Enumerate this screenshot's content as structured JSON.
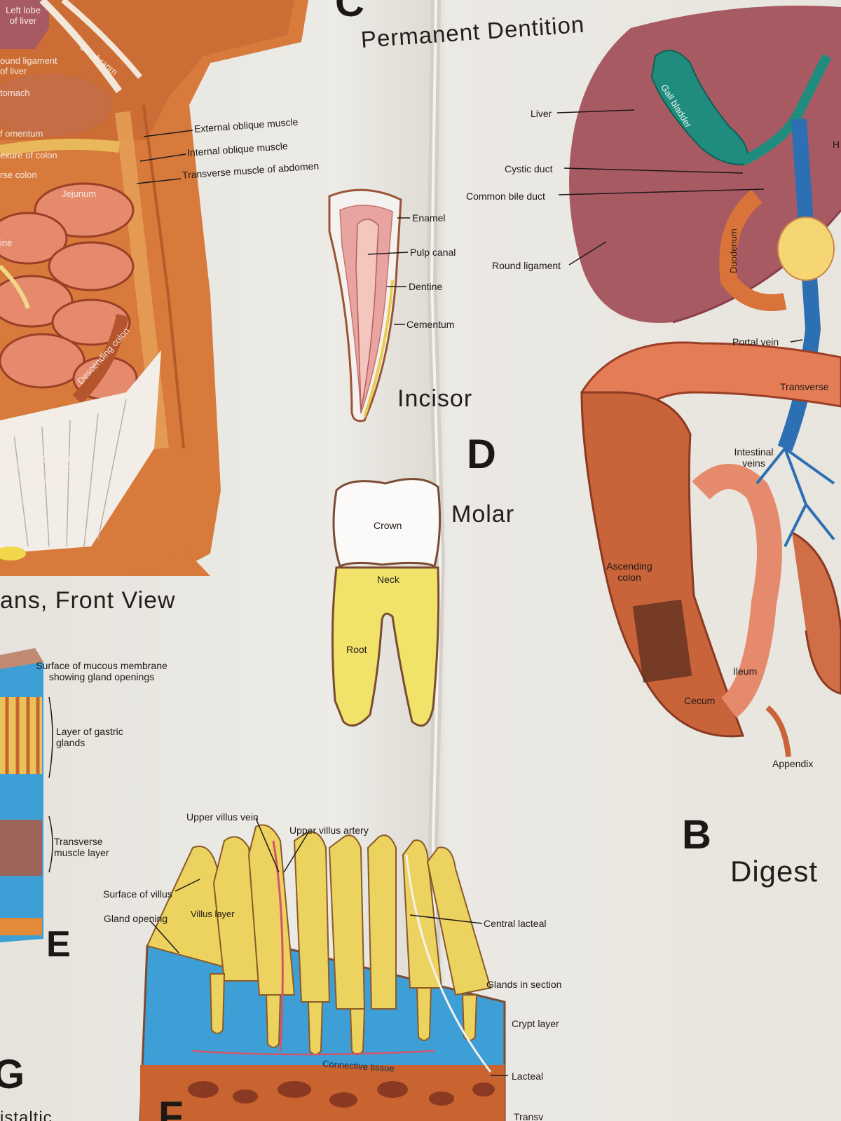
{
  "letters": {
    "c": "C",
    "d": "D",
    "b": "B",
    "e": "E",
    "g": "G",
    "f": "F"
  },
  "headings": {
    "permanent_dentition": "Permanent Dentition",
    "incisor": "Incisor",
    "molar": "Molar",
    "front_view": "ans, Front View",
    "digest": "Digest",
    "peristaltic": "istaltic"
  },
  "torso": {
    "left_lobe": "Left lobe of liver",
    "round_ligament_liver": "ound ligament of liver",
    "stomach": "tomach",
    "omentum": "f omentum",
    "flexure": "exure of colon",
    "transverse_colon": "rse colon",
    "diaphragm": "Diaphragm",
    "jejunum": "Jejunum",
    "ine": "ine",
    "descending_colon": "Descending colon",
    "urinary_bladder": "rinary adder",
    "median_fold": "lian bilical ld",
    "lateral_fold": "Lateral umbilical fold",
    "external_oblique": "External oblique muscle",
    "internal_oblique": "Internal oblique muscle",
    "transverse_muscle": "Transverse muscle of abdomen"
  },
  "incisor_labels": {
    "enamel": "Enamel",
    "pulp": "Pulp canal",
    "dentine": "Dentine",
    "cementum": "Cementum"
  },
  "molar_labels": {
    "crown": "Crown",
    "neck": "Neck",
    "root": "Root"
  },
  "digestive": {
    "liver": "Liver",
    "gall_bladder": "Gall bladder",
    "cystic_duct": "Cystic duct",
    "common_bile_duct": "Common bile duct",
    "round_ligament": "Round ligament",
    "duodenum": "Duodenum",
    "portal_vein": "Portal vein",
    "transverse": "Transverse",
    "intestinal_veins": "Intestinal veins",
    "ascending_colon": "Ascending colon",
    "ileum": "Ileum",
    "cecum": "Cecum",
    "appendix": "Appendix",
    "h": "H"
  },
  "stomach_section": {
    "surface_mucous": "Surface of mucous membrane showing gland openings",
    "gastric_glands": "Layer of gastric glands",
    "transverse_muscle_layer": "Transverse muscle layer"
  },
  "villi": {
    "upper_vein": "Upper villus vein",
    "upper_artery": "Upper villus artery",
    "surface_villus": "Surface of villus",
    "gland_opening": "Gland opening",
    "villus_layer": "Villus layer",
    "central_lacteal": "Central lacteal",
    "glands_section": "Glands in section",
    "crypt_layer": "Crypt layer",
    "connective_tissue": "Connective tissue",
    "lacteal": "Lacteal",
    "transv": "Transv"
  },
  "colors": {
    "flesh": "#c9682f",
    "muscle": "#d4833f",
    "intestine": "#e58a6c",
    "liver": "#a85a63",
    "gall": "#1f8c7e",
    "vein": "#2d6fb3",
    "yellow": "#ecd85c",
    "blue": "#3d9fd6",
    "cream": "#f4f2ee"
  }
}
